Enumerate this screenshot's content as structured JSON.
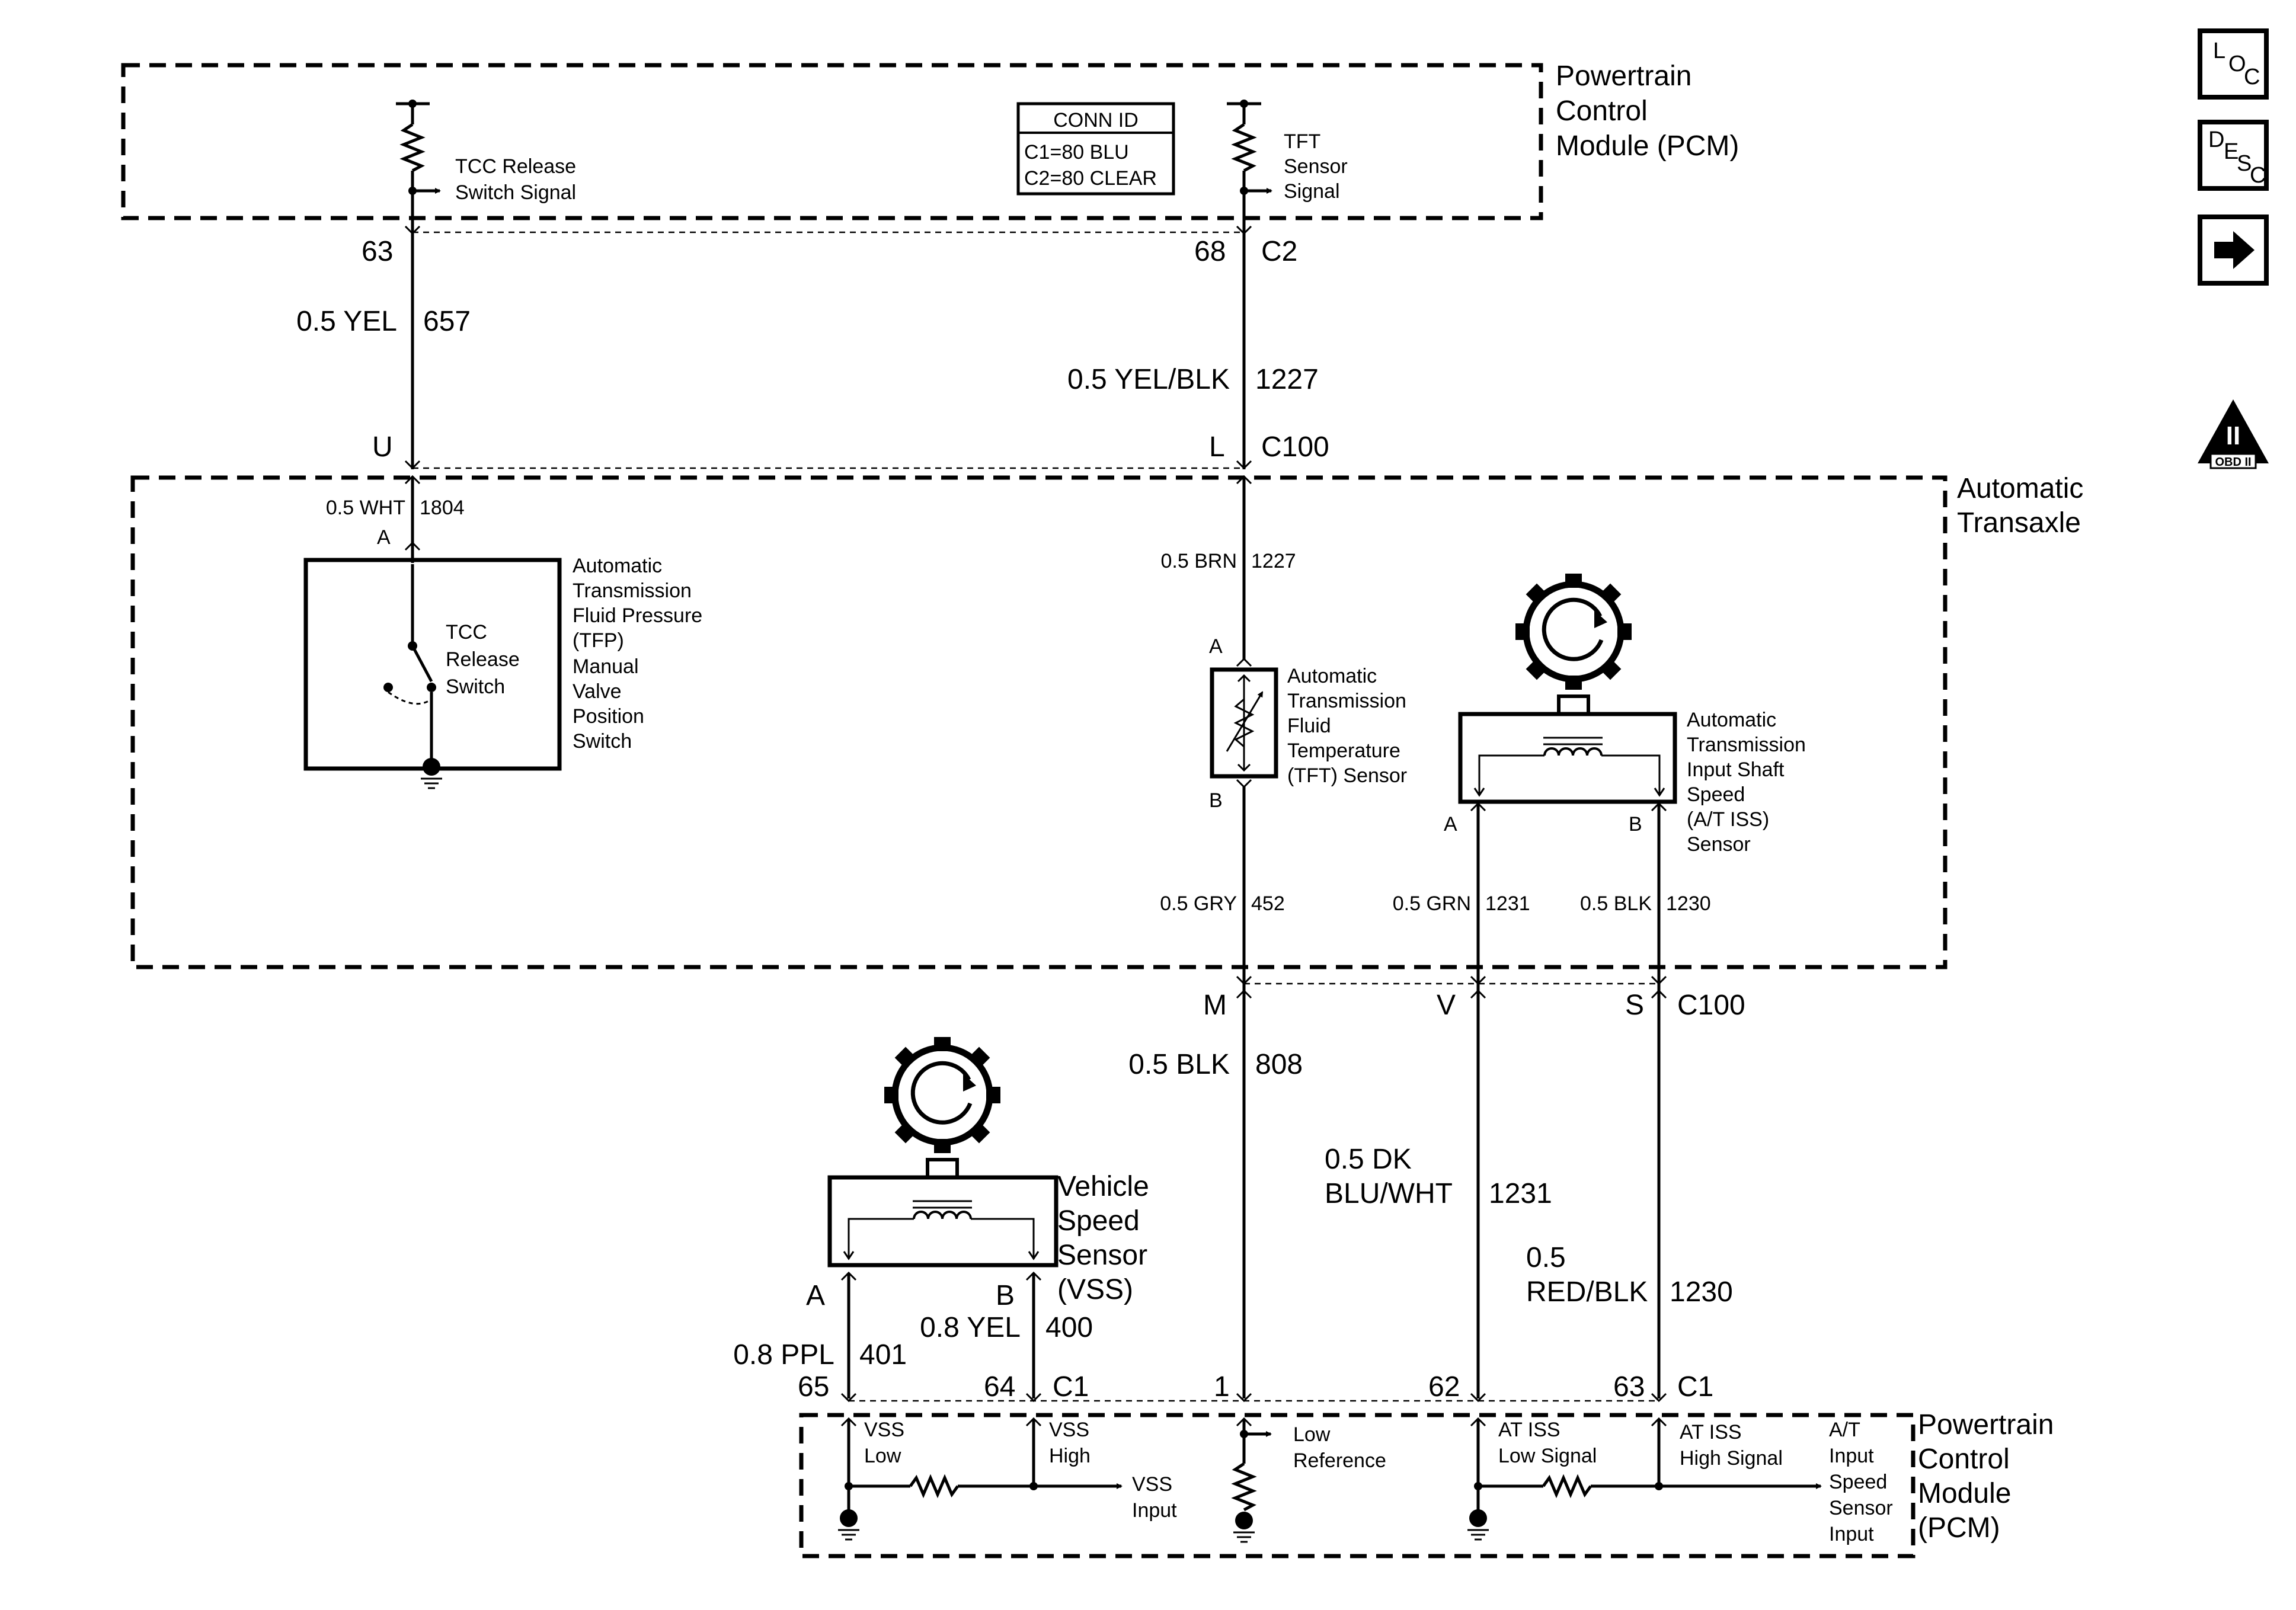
{
  "pcm_top": {
    "title": [
      "Powertrain",
      "Control",
      "Module (PCM)"
    ],
    "tcc_signal": [
      "TCC Release",
      "Switch Signal"
    ],
    "tft_signal": [
      "TFT",
      "Sensor",
      "Signal"
    ],
    "conn_id": {
      "title": "CONN ID",
      "c1": "C1=80 BLU",
      "c2": "C2=80 CLEAR"
    }
  },
  "upper_pins": {
    "pin63": "63",
    "pin68": "68",
    "c2": "C2",
    "pinU": "U",
    "pinL": "L",
    "c100": "C100"
  },
  "upper_wires": {
    "w657_color": "0.5 YEL",
    "w657_num": "657",
    "w1227_color": "0.5 YEL/BLK",
    "w1227_num": "1227"
  },
  "transaxle": {
    "title": [
      "Automatic",
      "Transaxle"
    ],
    "wht_color": "0.5 WHT",
    "wht_num": "1804",
    "pin_a": "A",
    "tfp_label": [
      "Automatic",
      "Transmission",
      "Fluid Pressure",
      "(TFP)",
      "Manual",
      "Valve",
      "Position",
      "Switch"
    ],
    "tcc_switch": [
      "TCC",
      "Release",
      "Switch"
    ],
    "brn_color": "0.5 BRN",
    "brn_num": "1227",
    "tft_pin_a": "A",
    "tft_pin_b": "B",
    "tft_label": [
      "Automatic",
      "Transmission",
      "Fluid",
      "Temperature",
      "(TFT) Sensor"
    ],
    "iss_label": [
      "Automatic",
      "Transmission",
      "Input Shaft",
      "Speed",
      "(A/T ISS)",
      "Sensor"
    ],
    "iss_pin_a": "A",
    "iss_pin_b": "B",
    "gry_color": "0.5 GRY",
    "gry_num": "452",
    "grn_color": "0.5 GRN",
    "grn_num": "1231",
    "blk_color": "0.5 BLK",
    "blk_num": "1230"
  },
  "lower_pins": {
    "pinM": "M",
    "pinV": "V",
    "pinS": "S",
    "c100": "C100",
    "pin65": "65",
    "pin64": "64",
    "c1a": "C1",
    "pin1": "1",
    "pin62": "62",
    "pin63": "63",
    "c1b": "C1"
  },
  "lower_wires": {
    "w808_color": "0.5 BLK",
    "w808_num": "808",
    "w1231_color": [
      "0.5 DK",
      "BLU/WHT"
    ],
    "w1231_num": "1231",
    "w1230_color": [
      "0.5",
      "RED/BLK"
    ],
    "w1230_num": "1230",
    "w401_color": "0.8 PPL",
    "w401_num": "401",
    "w400_color": "0.8 YEL",
    "w400_num": "400"
  },
  "vss": {
    "label": [
      "Vehicle",
      "Speed",
      "Sensor",
      "(VSS)"
    ],
    "pin_a": "A",
    "pin_b": "B"
  },
  "pcm_bottom": {
    "title": [
      "Powertrain",
      "Control",
      "Module",
      "(PCM)"
    ],
    "vss_low": [
      "VSS",
      "Low"
    ],
    "vss_high": [
      "VSS",
      "High"
    ],
    "vss_input": [
      "VSS",
      "Input"
    ],
    "low_ref": [
      "Low",
      "Reference"
    ],
    "atiss_low": [
      "AT ISS",
      "Low Signal"
    ],
    "atiss_high": [
      "AT ISS",
      "High Signal"
    ],
    "atiss_input": [
      "A/T",
      "Input",
      "Speed",
      "Sensor",
      "Input"
    ]
  },
  "side_icons": {
    "loc": [
      "L",
      "O",
      "C"
    ],
    "desc": [
      "D",
      "E",
      "S",
      "C"
    ],
    "next": "next-arrow-icon",
    "obd": {
      "roman": "II",
      "text": "OBD II"
    }
  }
}
